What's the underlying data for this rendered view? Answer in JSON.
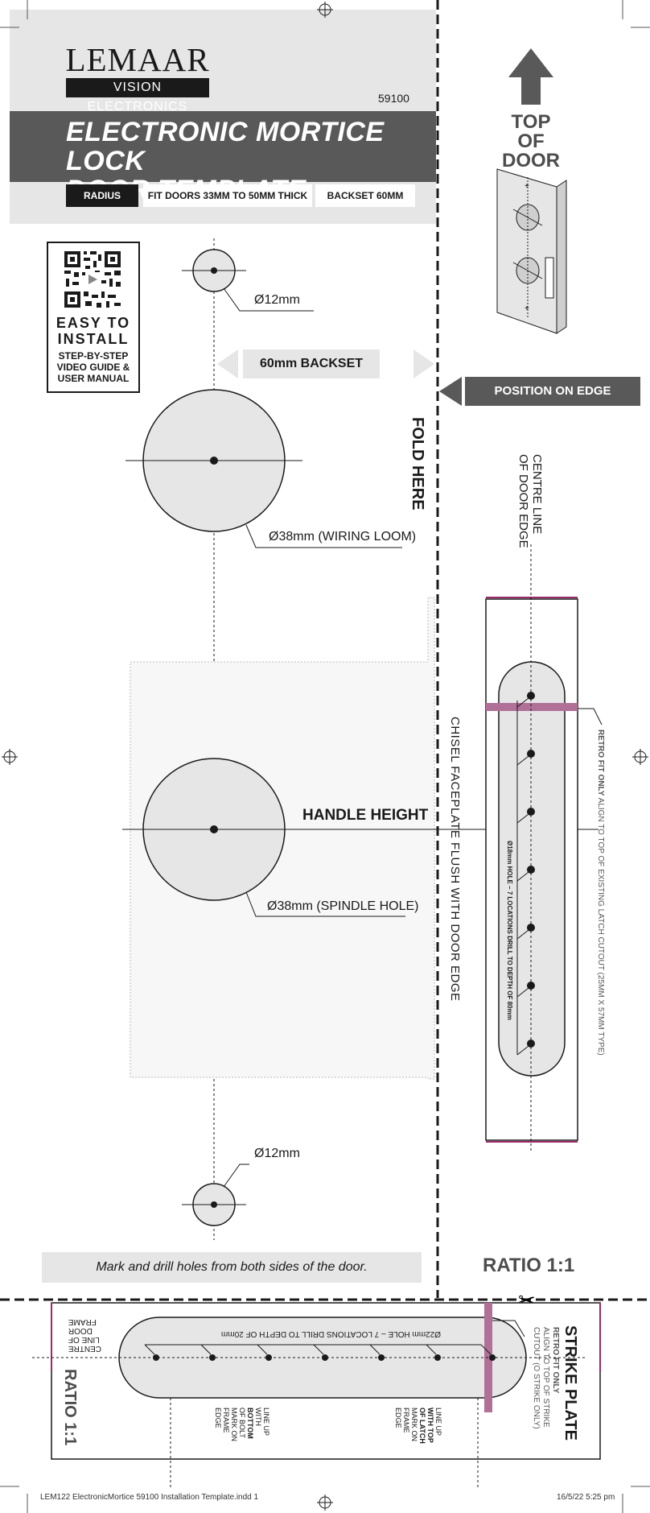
{
  "brand": {
    "name": "LEMAAR",
    "sub": "VISION ELECTRONICS"
  },
  "model_number": "59100",
  "title": [
    "ELECTRONIC MORTICE LOCK",
    "DOOR TEMPLATE"
  ],
  "pills": [
    "RADIUS",
    "FIT DOORS 33MM TO 50MM THICK",
    "BACKSET 60MM"
  ],
  "qr": {
    "line1": "EASY TO",
    "line2": "INSTALL",
    "line3": "STEP-BY-STEP",
    "line4": "VIDEO GUIDE &",
    "line5": "USER MANUAL"
  },
  "top_of_door": [
    "TOP",
    "OF DOOR"
  ],
  "labels": {
    "hole_top": "Ø12mm",
    "backset": "60mm BACKSET",
    "position_on_edge": "POSITION ON EDGE",
    "wiring_loom": "Ø38mm (WIRING LOOM)",
    "fold_here": "FOLD HERE",
    "centre_line": [
      "CENTRE LINE",
      "OF DOOR EDGE"
    ],
    "handle_height": "HANDLE HEIGHT",
    "spindle": "Ø38mm (SPINDLE HOLE)",
    "chisel": "CHISEL FACEPLATE FLUSH WITH DOOR EDGE",
    "retro_bold": "RETRO FIT ONLY",
    "retro_rest": " ALIGN TO TOP OF EXISTING LATCH CUTOUT (25MM X 57MM TYPE)",
    "hole18": "Ø18mm HOLE – 7 LOCATIONS DRILL TO DEPTH OF 80mm",
    "hole_bottom": "Ø12mm"
  },
  "banner": "Mark and drill holes from both sides of the door.",
  "ratio_top": "RATIO 1:1",
  "strike": {
    "title": "STRIKE PLATE",
    "retro": "RETRO FIT ONLY",
    "align": [
      "ALIGN TO TOP OF STRIKE",
      "CUTOUT (O STRIKE ONLY)"
    ],
    "hole22": "Ø22mm HOLE – 7 LOCATIONS DRILL TO DEPTH OF 20mm",
    "centre": [
      "CENTRE",
      "LINE OF",
      "DOOR",
      "FRAME"
    ],
    "ratio": "RATIO 1:1",
    "lineup_bottom": [
      "LINE UP",
      "WITH",
      "BOTTOM",
      "OF BOLT",
      "MARK ON",
      "FRAME",
      "EDGE"
    ],
    "lineup_top": [
      "LINE UP",
      "WITH TOP",
      "OF LATCH",
      "MARK ON",
      "FRAME",
      "EDGE"
    ]
  },
  "footer": {
    "left": "LEM122 ElectronicMortice 59100 Installation Template.indd   1",
    "right": "16/5/22   5:25 pm"
  }
}
